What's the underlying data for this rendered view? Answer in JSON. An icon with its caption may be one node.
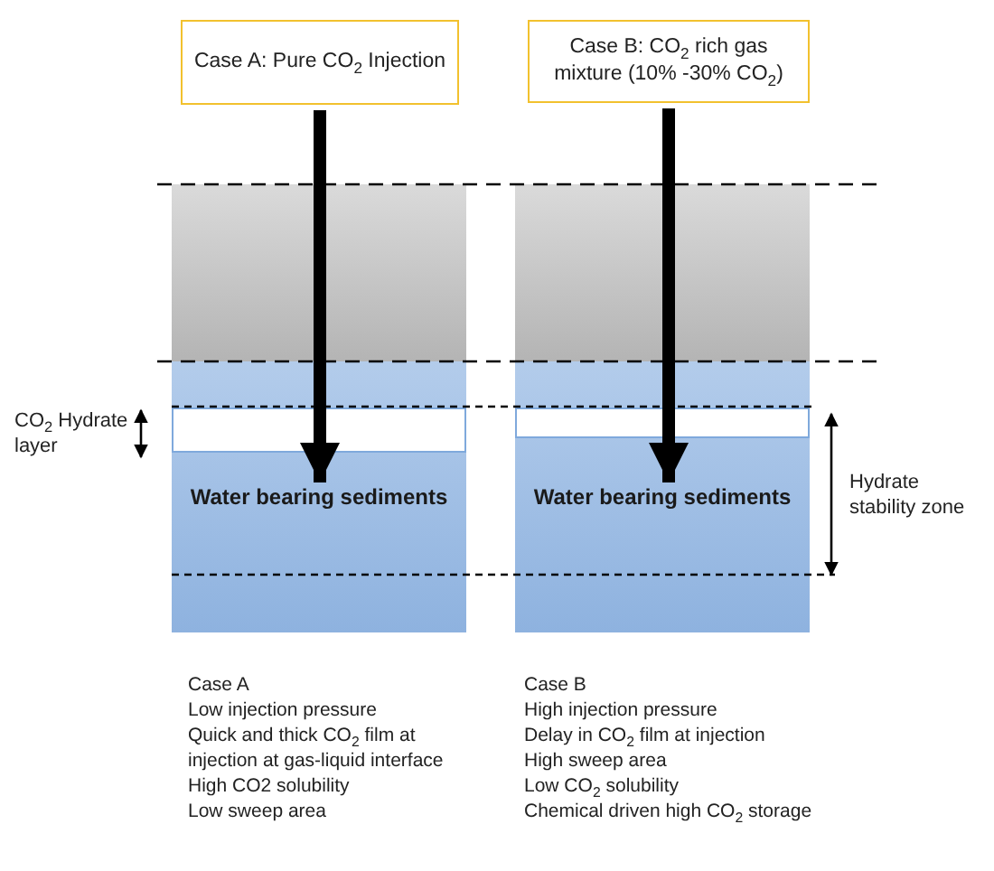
{
  "diagram": {
    "nodes": [
      {
        "text": [
          "Case A: Pure CO$_{2}$ Injection"
        ]
      },
      {
        "text": [
          "Case B: CO$_{2}$ rich gas mixture (10% -30% CO$_{2}$)"
        ]
      },
      {
        "text": [
          "Water bearing sediments"
        ]
      },
      {
        "text": [
          "Water bearing sediments"
        ]
      }
    ],
    "edges": [
      {
        "from": 0,
        "to": 2,
        "arrow": "to"
      },
      {
        "from": 1,
        "to": 3,
        "arrow": "to"
      }
    ],
    "labels": [
      "CO$_{2}$ Hydrate layer",
      "Hydrate stability zone",
      "Case A",
      "Low injection pressure",
      "Quick and thick CO$_{2}$ film at injection at gas-liquid interface",
      "High CO2 solubility",
      "Low sweep area",
      "Case B",
      "High injection pressure",
      "Delay in CO$_{2}$ film at injection",
      "High sweep area",
      "Low CO$_{2}$ solubility",
      "Chemical driven high CO$_{2}$ storage"
    ]
  }
}
